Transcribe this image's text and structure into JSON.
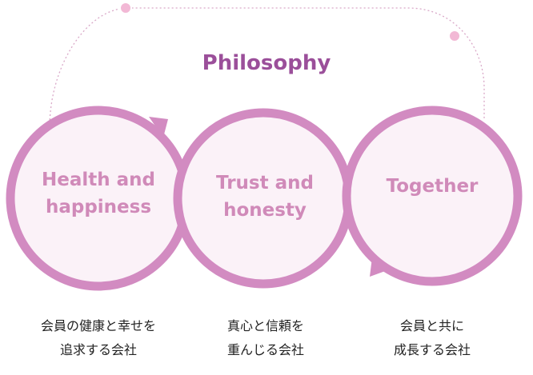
{
  "title": "Philosophy",
  "colors": {
    "accent": "#9b4f9a",
    "ring": "#d28bc1",
    "fill": "#fbf2f8",
    "text_pink": "#d08ab9",
    "dot": "#f2b8d5"
  },
  "circles": [
    {
      "label_line1": "Health and",
      "label_line2": "happiness",
      "caption_line1": "会員の健康と幸せを",
      "caption_line2": "追求する会社"
    },
    {
      "label_line1": "Trust and",
      "label_line2": "honesty",
      "caption_line1": "真心と信頼を",
      "caption_line2": "重んじる会社"
    },
    {
      "label_line1": "Together",
      "label_line2": "",
      "caption_line1": "会員と共に",
      "caption_line2": "成長する会社"
    }
  ]
}
